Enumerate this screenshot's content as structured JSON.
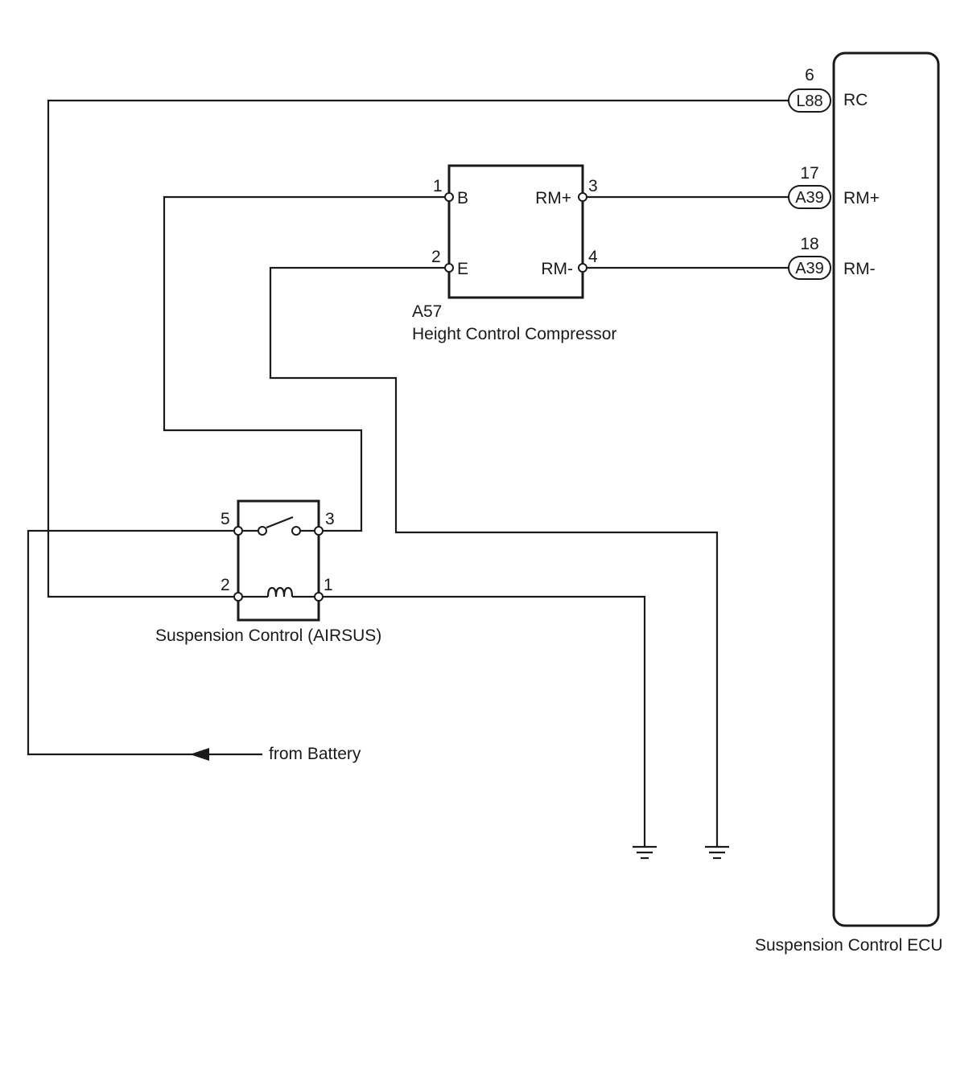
{
  "ecu": {
    "name": "Suspension Control ECU",
    "pins": [
      {
        "pin": "6",
        "connector": "L88",
        "signal": "RC"
      },
      {
        "pin": "17",
        "connector": "A39",
        "signal": "RM+"
      },
      {
        "pin": "18",
        "connector": "A39",
        "signal": "RM-"
      }
    ]
  },
  "compressor": {
    "id": "A57",
    "name": "Height Control Compressor",
    "terminals": [
      {
        "pin": "1",
        "signal": "B"
      },
      {
        "pin": "2",
        "signal": "E"
      },
      {
        "pin": "3",
        "signal": "RM+"
      },
      {
        "pin": "4",
        "signal": "RM-"
      }
    ]
  },
  "relay": {
    "name": "Suspension Control (AIRSUS)",
    "pins": [
      "5",
      "3",
      "2",
      "1"
    ]
  },
  "battery": {
    "label": "from Battery"
  }
}
